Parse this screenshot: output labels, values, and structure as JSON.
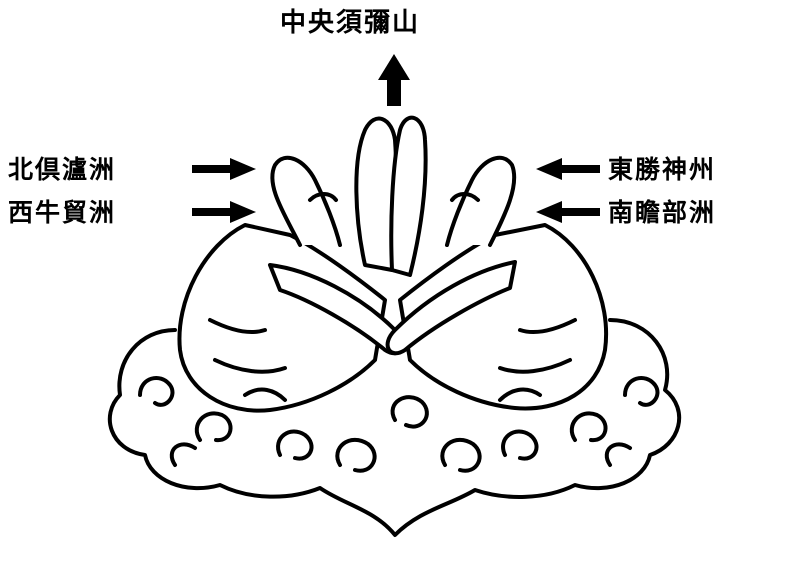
{
  "labels": {
    "top": "中央須彌山",
    "north_west": "北倶瀘洲",
    "south_west": "西牛貿洲",
    "north_east": "東勝神州",
    "south_east": "南瞻部洲"
  },
  "colors": {
    "ink": "#000000",
    "background": "#ffffff"
  }
}
